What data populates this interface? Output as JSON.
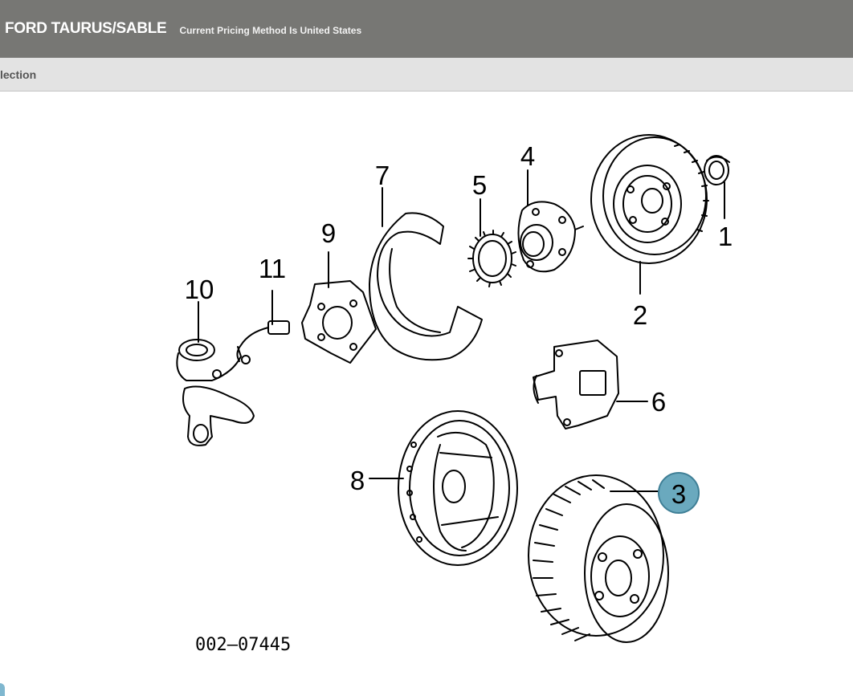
{
  "header": {
    "vehicle_title": "FORD TAURUS/SABLE",
    "pricing_note": "Current Pricing Method Is United States"
  },
  "subheader": {
    "label": "lection"
  },
  "diagram": {
    "diagram_number": "002–07445",
    "selected_callout": "3",
    "selected_color": "#6aa9be",
    "callouts": [
      {
        "label": "1"
      },
      {
        "label": "2"
      },
      {
        "label": "3"
      },
      {
        "label": "4"
      },
      {
        "label": "5"
      },
      {
        "label": "6"
      },
      {
        "label": "7"
      },
      {
        "label": "8"
      },
      {
        "label": "9"
      },
      {
        "label": "10"
      },
      {
        "label": "11"
      }
    ]
  }
}
